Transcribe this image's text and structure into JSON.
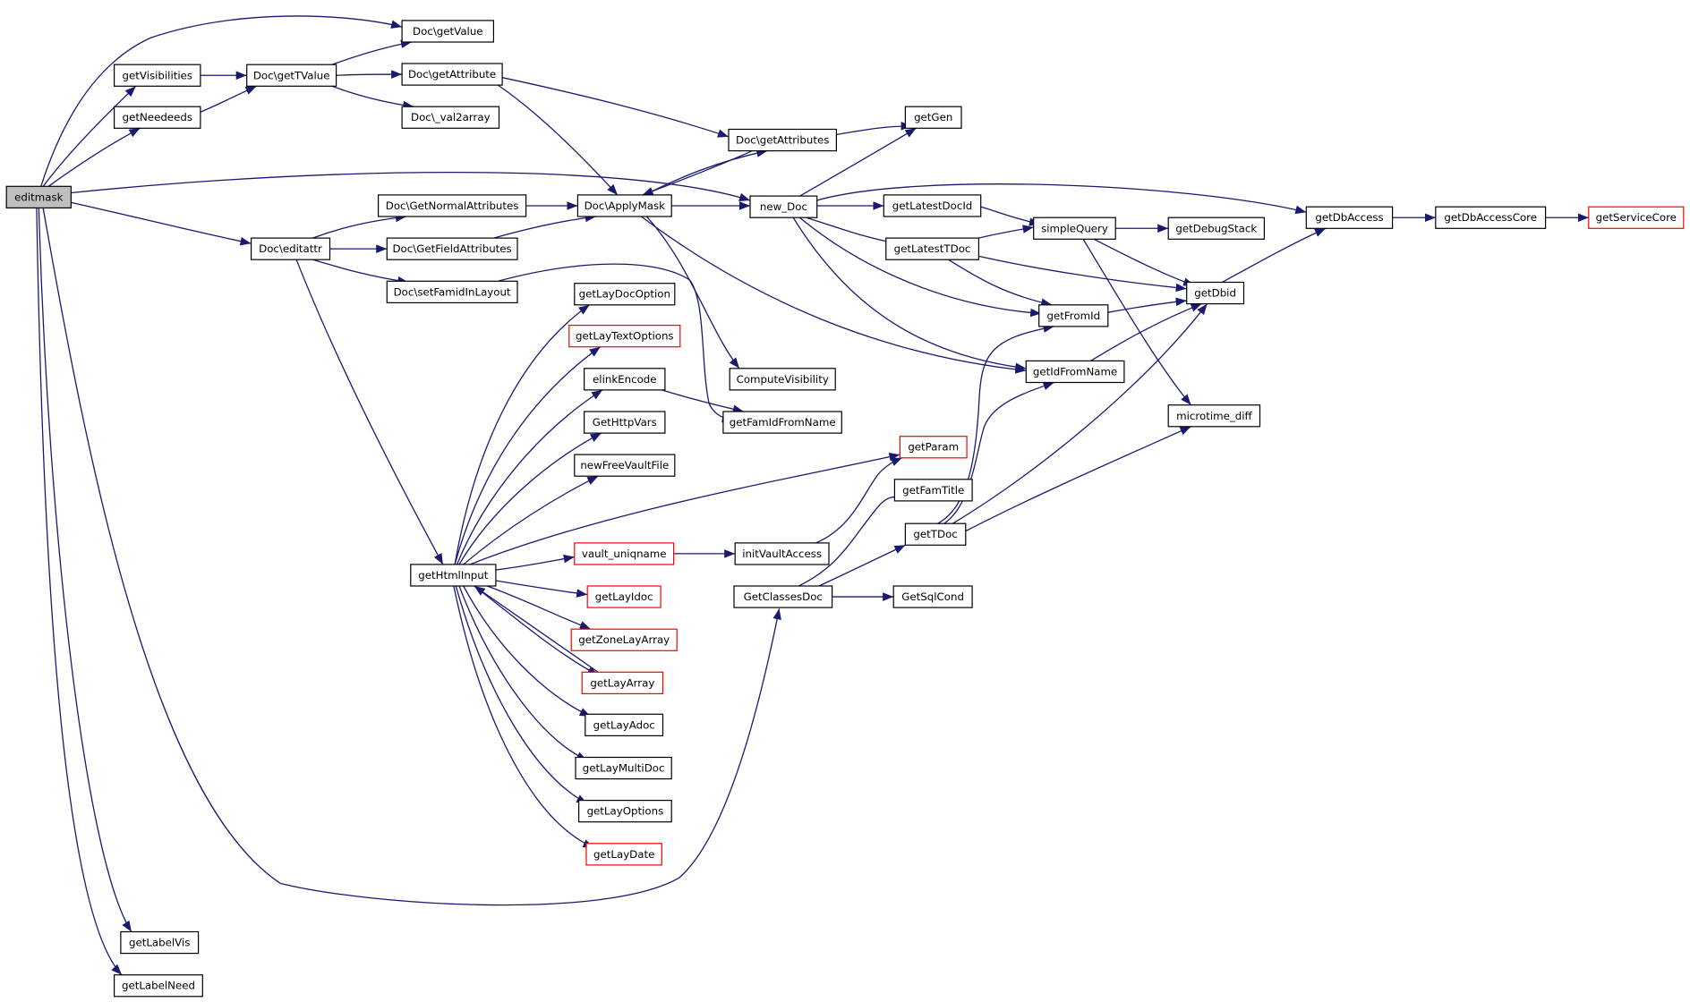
{
  "diagram": {
    "nodes": {
      "editmask": "editmask",
      "doc_getvalue": "Doc\\getValue",
      "getvisibilities": "getVisibilities",
      "doc_gettvalue": "Doc\\getTValue",
      "doc_getattribute": "Doc\\getAttribute",
      "getneedeeds": "getNeedeeds",
      "doc_val2array": "Doc\\_val2array",
      "getgen": "getGen",
      "doc_getattributes": "Doc\\getAttributes",
      "doc_getnormalattributes": "Doc\\GetNormalAttributes",
      "doc_applymask": "Doc\\ApplyMask",
      "new_doc": "new_Doc",
      "getdbaccess": "getDbAccess",
      "getdbaccesscore": "getDbAccessCore",
      "getservicecore": "getServiceCore",
      "getlatestdocid": "getLatestDocId",
      "simplequery": "simpleQuery",
      "getdebugstack": "getDebugStack",
      "doc_editattr": "Doc\\editattr",
      "doc_getfieldattributes": "Doc\\GetFieldAttributes",
      "getlatesttdoc": "getLatestTDoc",
      "getdbid": "getDbid",
      "doc_setfamidinlayout": "Doc\\setFamidInLayout",
      "getlaydocoption": "getLayDocOption",
      "getfromid": "getFromId",
      "getlaytextoptions": "getLayTextOptions",
      "getidfromname": "getIdFromName",
      "elinkencode": "elinkEncode",
      "computevisibility": "ComputeVisibility",
      "microtime_diff": "microtime_diff",
      "gethttpvars": "GetHttpVars",
      "getfamidfromname": "getFamIdFromName",
      "getparam": "getParam",
      "newfreevaultfile": "newFreeVaultFile",
      "getfamtitle": "getFamTitle",
      "gettdoc": "getTDoc",
      "vault_uniqname": "vault_uniqname",
      "initvaultaccess": "initVaultAccess",
      "gethtmlinput": "getHtmlInput",
      "getlayidoc": "getLayIdoc",
      "getclassesdoc": "GetClassesDoc",
      "getsqlcond": "GetSqlCond",
      "getzonelayarray": "getZoneLayArray",
      "getlayarray": "getLayArray",
      "getlayadoc": "getLayAdoc",
      "getlaymultidoc": "getLayMultiDoc",
      "getlayoptions": "getLayOptions",
      "getlaydate": "getLayDate",
      "getlabelvis": "getLabelVis",
      "getlabelneed": "getLabelNeed"
    },
    "colors": {
      "edge": "#191970",
      "node_border": "#000000",
      "node_border_truncated": "#ff0000",
      "root_fill": "#bfbfbf"
    }
  }
}
